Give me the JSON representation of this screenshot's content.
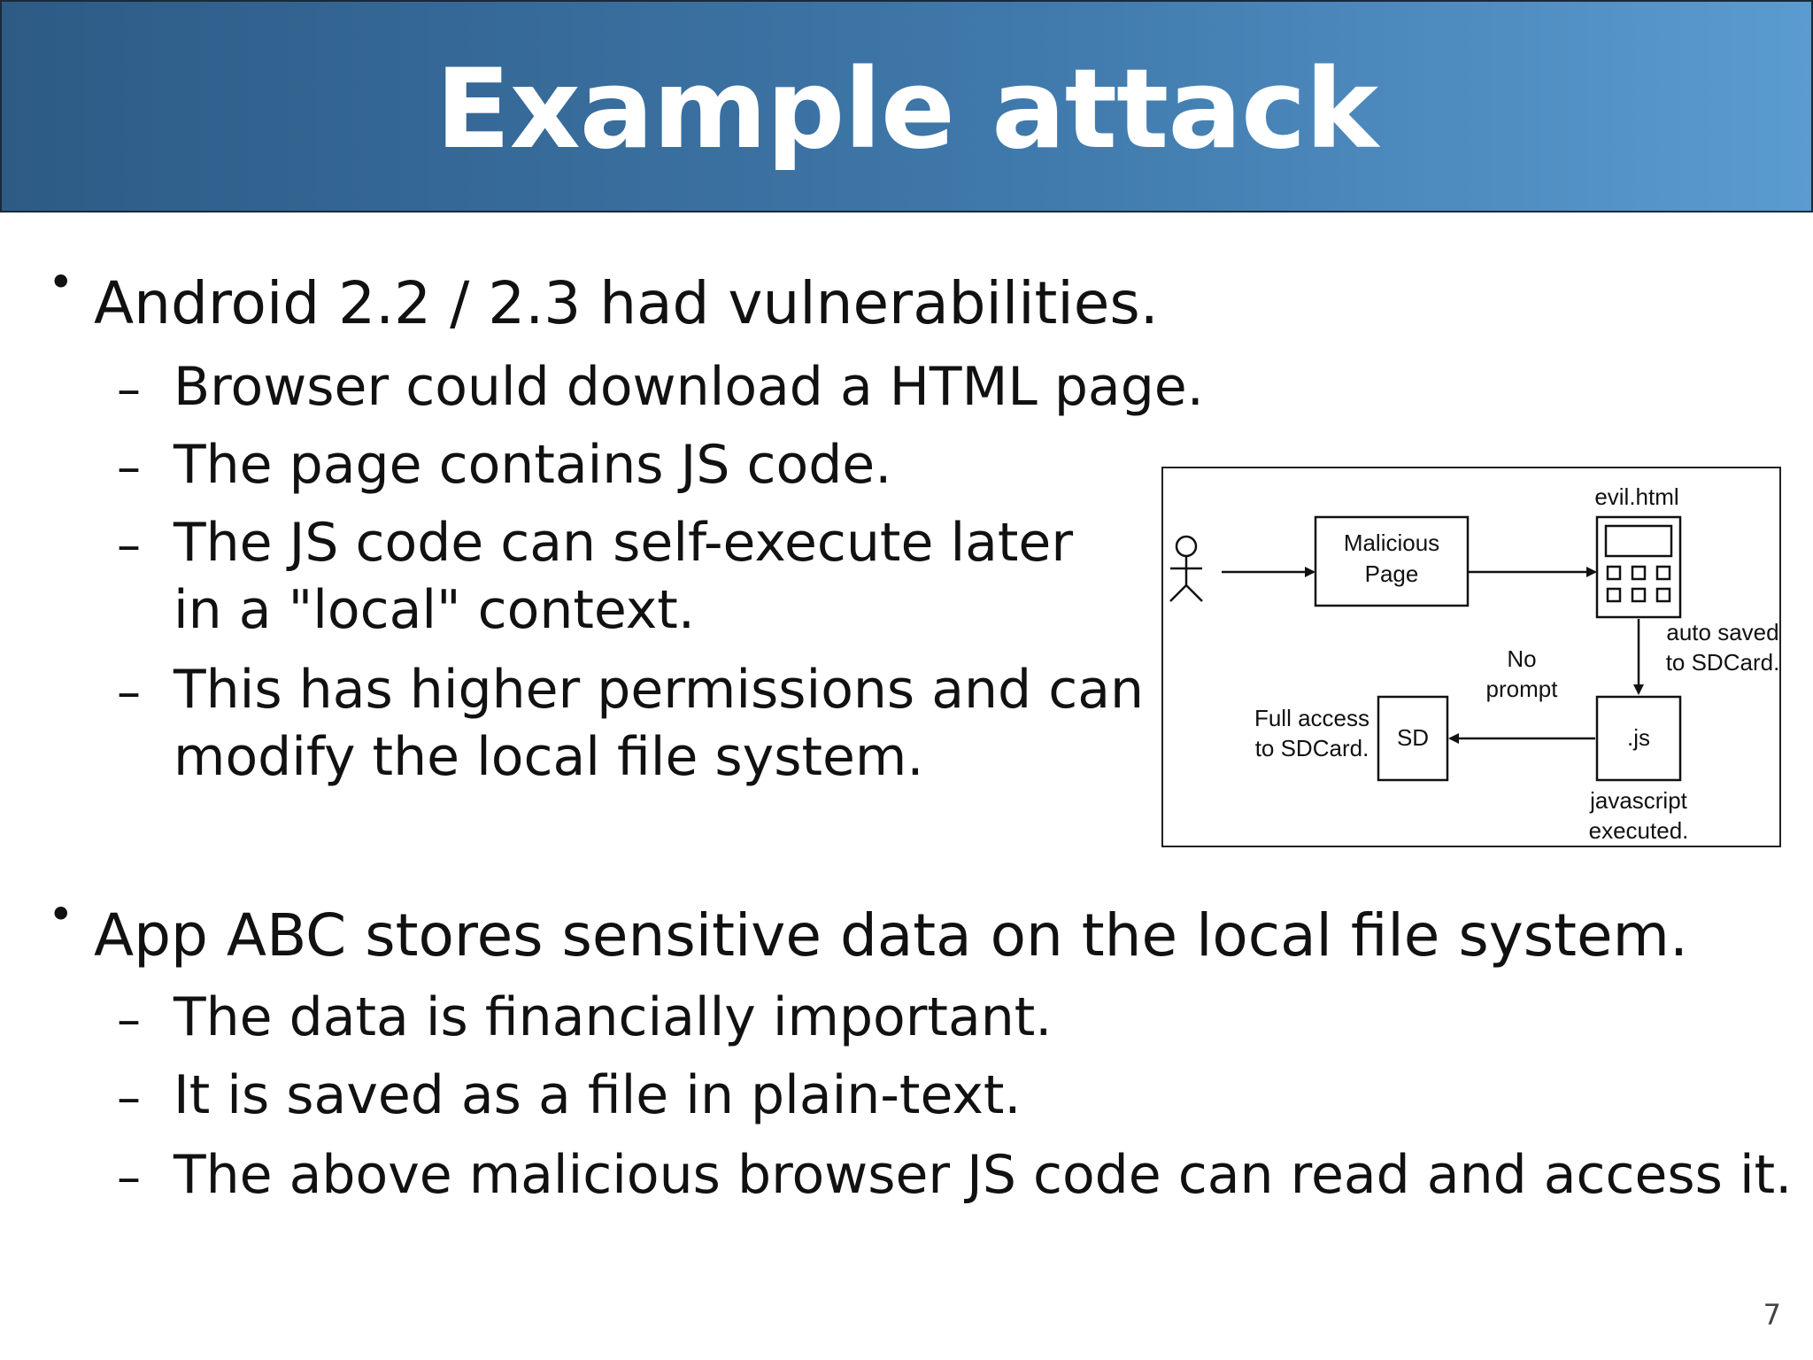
{
  "slide": {
    "title": "Example attack",
    "page_number": "7"
  },
  "bullets": [
    {
      "text": "Android 2.2 / 2.3 had vulnerabilities.",
      "subs": [
        "Browser could download a HTML page.",
        "The page contains JS code.",
        "The JS code can self-execute later",
        "in a \"local\" context.",
        "This has higher permissions and can",
        "modify the local file system."
      ]
    },
    {
      "text": "App ABC stores sensitive data on the local file system.",
      "subs": [
        "The data is financially important.",
        "It is saved as a file in plain-text.",
        "The above malicious browser JS code can read and access it."
      ]
    }
  ],
  "diagram": {
    "malicious_page_line1": "Malicious",
    "malicious_page_line2": "Page",
    "evil_html": "evil.html",
    "auto_saved_line1": "auto saved",
    "auto_saved_line2": "to SDCard.",
    "no_prompt_line1": "No",
    "no_prompt_line2": "prompt",
    "full_access_line1": "Full access",
    "full_access_line2": "to SDCard.",
    "sd_label": "SD",
    "js_label": ".js",
    "js_executed_line1": "javascript",
    "js_executed_line2": "executed."
  }
}
